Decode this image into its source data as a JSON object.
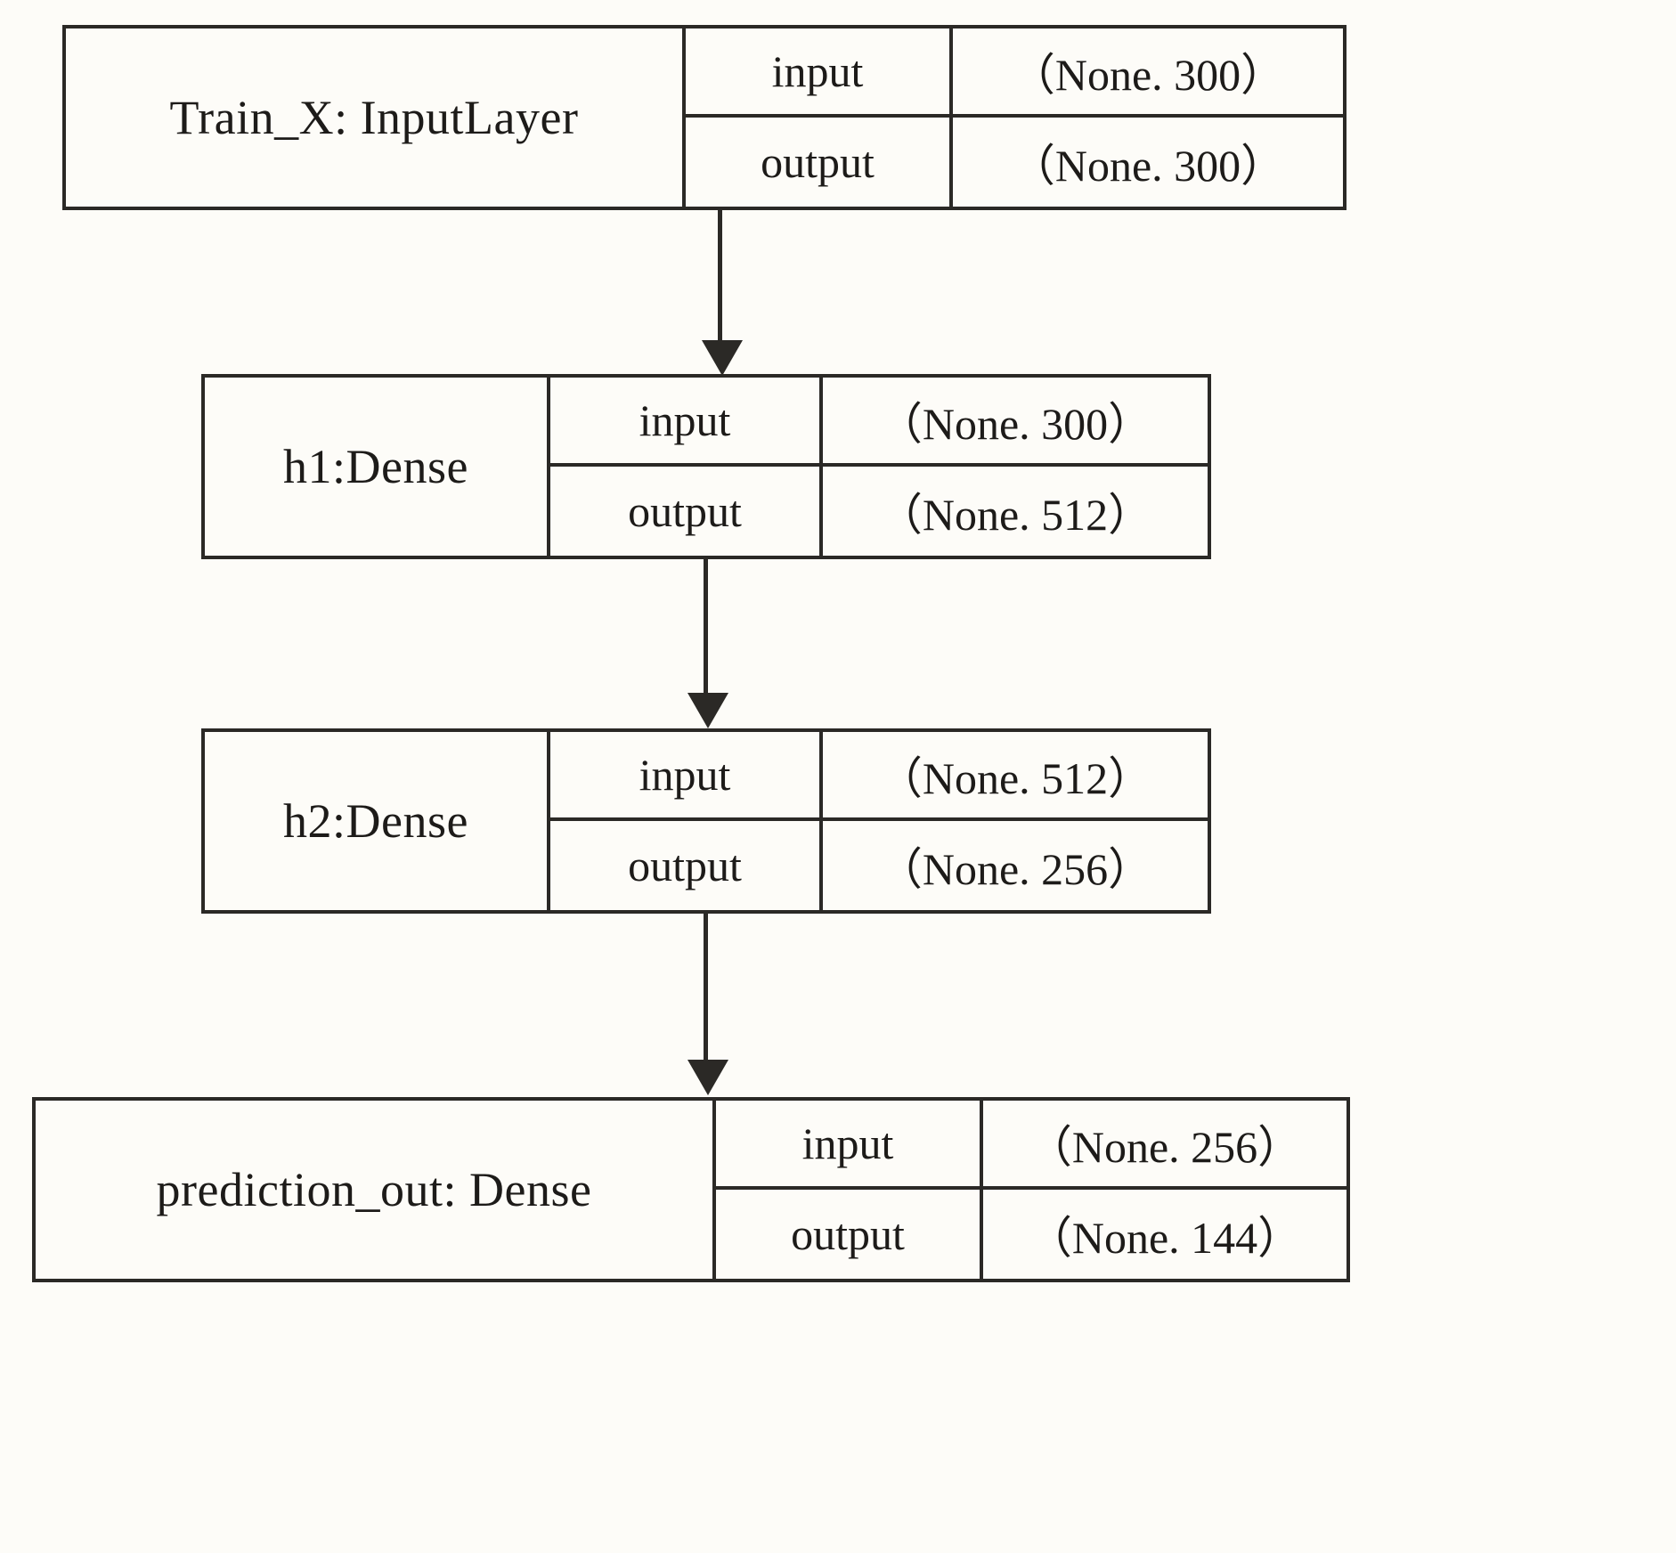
{
  "diagram": {
    "title": "Keras model architecture graph",
    "background_color": "#fdfcf8",
    "border_color": "#2b2926",
    "text_color": "#1d1b19",
    "io_labels": {
      "input": "input",
      "output": "output"
    },
    "nodes": [
      {
        "id": "train_x",
        "label": "Train_X: InputLayer",
        "input_key": "input",
        "input_shape": "（None. 300）",
        "output_key": "output",
        "output_shape": "（None. 300）"
      },
      {
        "id": "h1",
        "label": "h1:Dense",
        "input_key": "input",
        "input_shape": "（None. 300）",
        "output_key": "output",
        "output_shape": "（None. 512）"
      },
      {
        "id": "h2",
        "label": "h2:Dense",
        "input_key": "input",
        "input_shape": "（None. 512）",
        "output_key": "output",
        "output_shape": "（None. 256）"
      },
      {
        "id": "prediction_out",
        "label": "prediction_out: Dense",
        "input_key": "input",
        "input_shape": "（None. 256）",
        "output_key": "output",
        "output_shape": "（None. 144）"
      }
    ],
    "edges": [
      {
        "id": "edge-train_x-h1",
        "from": "train_x",
        "to": "h1"
      },
      {
        "id": "edge-h1-h2",
        "from": "h1",
        "to": "h2"
      },
      {
        "id": "edge-h2-prediction_out",
        "from": "h2",
        "to": "prediction_out"
      }
    ]
  }
}
